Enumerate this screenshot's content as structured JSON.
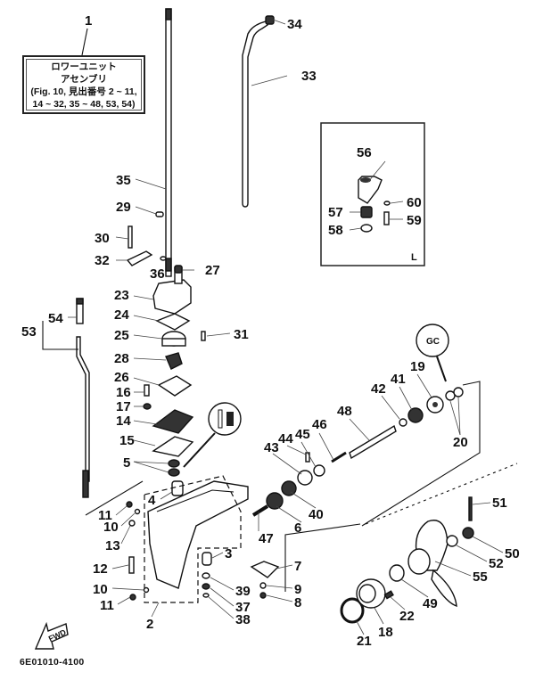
{
  "note_box": {
    "ref": "1",
    "line1": "ロワーユニット",
    "line2": "アセンブリ",
    "line3": "(Fig. 10, 見出番号 2 ~ 11,",
    "line4": "14 ~ 32, 35 ~ 48, 53, 54)"
  },
  "inset": {
    "corner_label": "L",
    "parts": [
      "56",
      "57",
      "58",
      "59",
      "60"
    ]
  },
  "fwd_label": "FWD",
  "drawing_code": "6E01010-4100",
  "labels": {
    "p2": "2",
    "p3": "3",
    "p4": "4",
    "p5": "5",
    "p6": "6",
    "p7": "7",
    "p8": "8",
    "p9": "9",
    "p10a": "10",
    "p10b": "10",
    "p11a": "11",
    "p11b": "11",
    "p12": "12",
    "p13": "13",
    "p14": "14",
    "p15": "15",
    "p16": "16",
    "p17": "17",
    "p18": "18",
    "p19": "19",
    "p20": "20",
    "p21": "21",
    "p22": "22",
    "p23": "23",
    "p24": "24",
    "p25": "25",
    "p26": "26",
    "p27": "27",
    "p28": "28",
    "p29": "29",
    "p30": "30",
    "p31": "31",
    "p32": "32",
    "p33": "33",
    "p34": "34",
    "p35": "35",
    "p36": "36",
    "p37": "37",
    "p38": "38",
    "p39": "39",
    "p40": "40",
    "p41": "41",
    "p42": "42",
    "p43": "43",
    "p44": "44",
    "p45": "45",
    "p46": "46",
    "p47": "47",
    "p48": "48",
    "p49": "49",
    "p50": "50",
    "p51": "51",
    "p52": "52",
    "p53": "53",
    "p54": "54",
    "p55": "55",
    "p56": "56",
    "p57": "57",
    "p58": "58",
    "p59": "59",
    "p60": "60"
  },
  "callouts": {
    "grease_mark_text": "GC"
  }
}
